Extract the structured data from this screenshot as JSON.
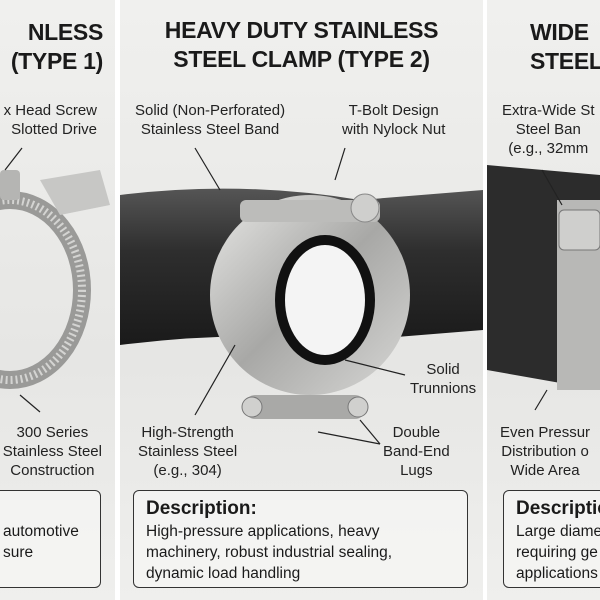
{
  "panels": [
    {
      "title_lines": [
        "NLESS",
        "(TYPE 1)"
      ],
      "labels": {
        "screw": [
          "x Head Screw",
          "Slotted Drive"
        ],
        "construction": [
          "300 Series",
          "Stainless Steel",
          "Construction"
        ]
      },
      "description": {
        "lines": [
          "automotive",
          "sure"
        ]
      }
    },
    {
      "title_lines": [
        "HEAVY DUTY STAINLESS",
        "STEEL CLAMP (TYPE 2)"
      ],
      "labels": {
        "band": [
          "Solid (Non-Perforated)",
          "Stainless Steel Band"
        ],
        "tbolt": [
          "T-Bolt Design",
          "with Nylock Nut"
        ],
        "trunnions": [
          "Solid",
          "Trunnions"
        ],
        "steel": [
          "High-Strength",
          "Stainless Steel",
          "(e.g., 304)"
        ],
        "lugs": [
          "Double",
          "Band-End",
          "Lugs"
        ]
      },
      "description": {
        "heading": "Description:",
        "lines": [
          "High-pressure applications, heavy",
          "machinery, robust industrial sealing,",
          "dynamic load handling"
        ]
      }
    },
    {
      "title_lines": [
        "WIDE",
        "STEEL"
      ],
      "labels": {
        "band": [
          "Extra-Wide St",
          "Steel Ban",
          "(e.g., 32mm"
        ],
        "pressure": [
          "Even Pressur",
          "Distribution o",
          "Wide Area"
        ]
      },
      "description": {
        "heading": "Descriptio",
        "lines": [
          "Large diame",
          "requiring ge",
          "applications"
        ]
      }
    }
  ]
}
